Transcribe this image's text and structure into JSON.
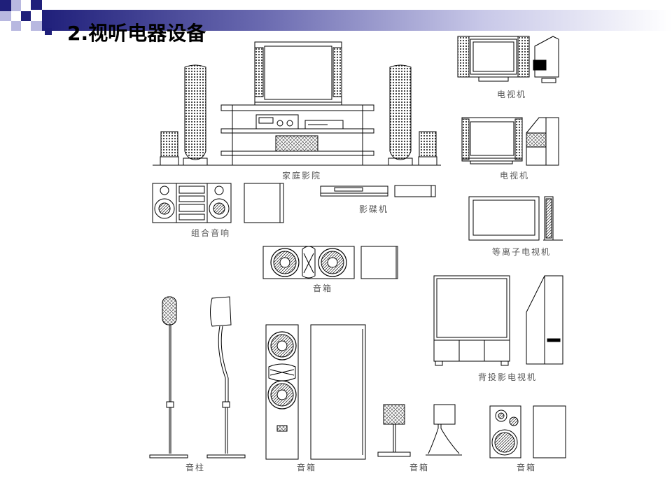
{
  "slide": {
    "title": "2.视听电器设备",
    "theme_colors": {
      "navy": "#1f1f7a",
      "lilac": "#b8b8e0",
      "gradient_end": "#ffffff"
    }
  },
  "labels": {
    "home_theater": "家庭影院",
    "tv_1": "电视机",
    "tv_2": "电视机",
    "combo_audio": "组合音响",
    "dvd_player": "影碟机",
    "plasma_tv": "等离子电视机",
    "speaker_box_center": "音箱",
    "rear_projection_tv": "背投影电视机",
    "speaker_column": "音柱",
    "speaker_box_tower": "音箱",
    "speaker_box_small": "音箱",
    "speaker_box_bookshelf": "音箱"
  }
}
